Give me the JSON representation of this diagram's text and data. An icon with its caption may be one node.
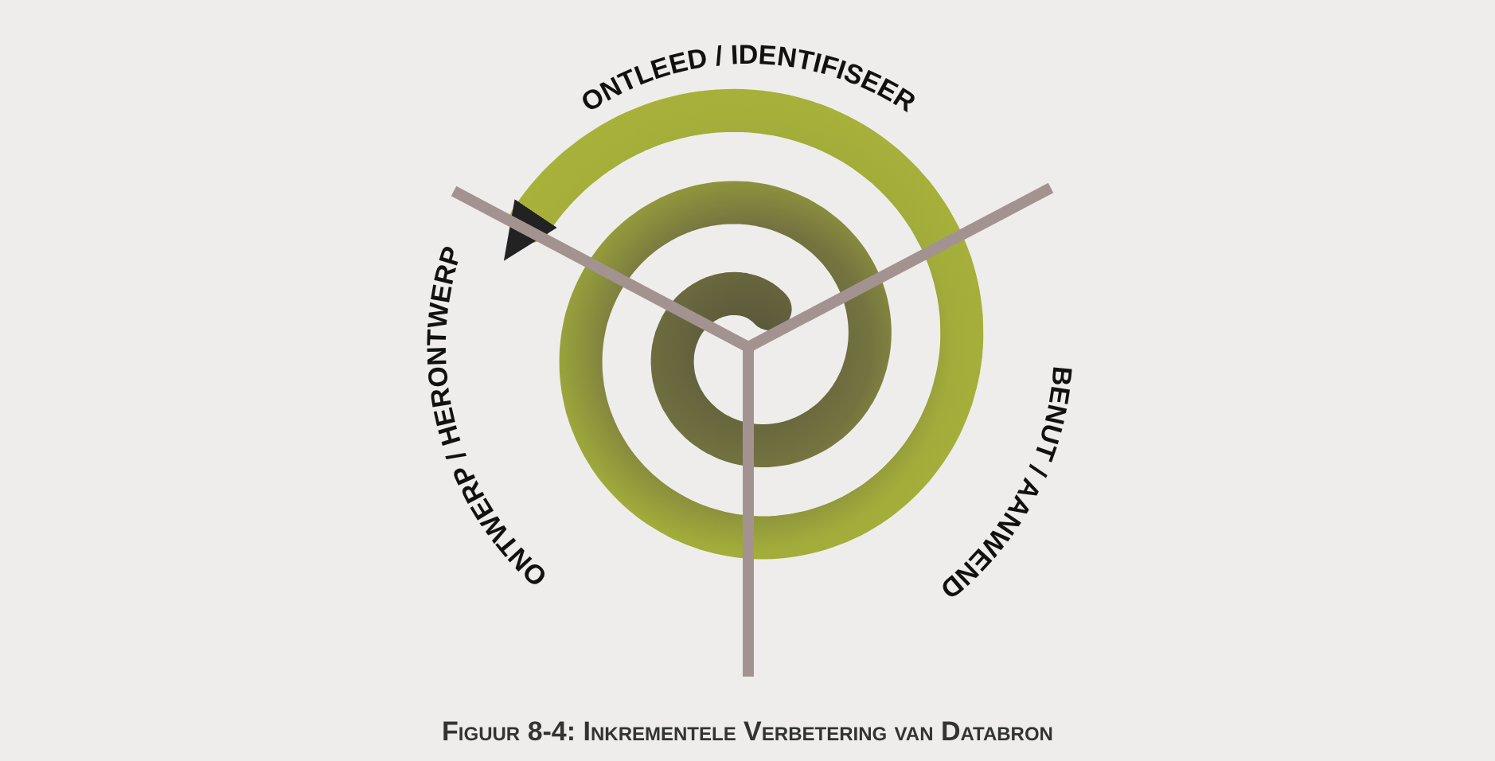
{
  "diagram": {
    "caption": "Figuur 8-4: Inkrementele Verbetering van Databron",
    "labels": [
      "ONTLEED / IDENTIFISEER",
      "BENUT / AANWEND",
      "ONTWERP / HERONTWERP"
    ]
  }
}
